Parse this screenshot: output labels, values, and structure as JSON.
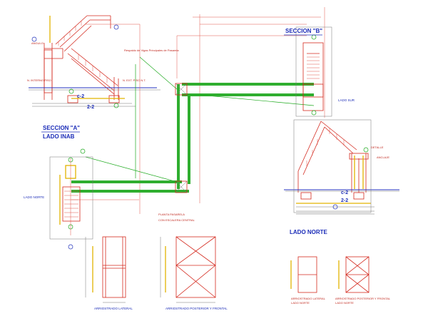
{
  "labels": {
    "section_a_title": "SECCION \"A\"",
    "section_a_sub": "LADO INAB",
    "section_b_title": "SECCION \"B\"",
    "section_b_sub": "LADO NORTE",
    "planta_title": "PLANTA PASARELA",
    "planta_sub": "CON ESCALERA CENTRAL",
    "arriostrado_lateral": "ARRIOSTRADO LATERAL",
    "arriostrado_posterior": "ARRIOSTRADO POSTERIOR Y FRONTAL",
    "lado_norte_left": "LADO NORTE",
    "lado_sur_right": "LADO SUR",
    "axis_c2_left": "c-2",
    "axis_22_left": "2-2",
    "axis_c2_right": "c-2",
    "axis_22_right": "2-2",
    "note_respaldo": "Respaldo de Vigas Principales de Pasarela",
    "note_angulo": "ANGULO",
    "note_nivel_left": "N. INTERNO PISO",
    "note_nivel_right": "N. EXT. PISO N.T.",
    "note_detalle": "DETALLE",
    "note_anclaje": "ANCLAJE",
    "small_caption_1": "ARRIOSTRADO LATERAL",
    "small_caption_2": "ARRIOSTRADO POSTERIOR Y FRONTAL",
    "small_caption_1b": "LADO NORTE",
    "small_caption_2b": "LADO NORTE"
  },
  "colors": {
    "structure_red": "#d42a1f",
    "bridge_green": "#2fae2f",
    "text_blue": "#1c2db8",
    "dimension_yellow": "#e2b400",
    "background": "#ffffff"
  }
}
